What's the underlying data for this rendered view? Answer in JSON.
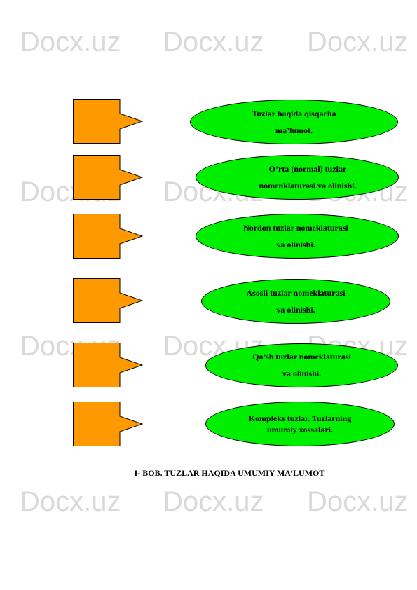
{
  "watermark": {
    "text": "Docx.uz"
  },
  "arrows": [
    {
      "name": "arrow-1"
    },
    {
      "name": "arrow-2"
    },
    {
      "name": "arrow-3"
    },
    {
      "name": "arrow-4"
    },
    {
      "name": "arrow-5"
    },
    {
      "name": "arrow-6"
    }
  ],
  "topics": [
    {
      "line1": "Tuzlar haqida qisqacha",
      "line2": "ma’lumot."
    },
    {
      "line1": "O’rta (normal) tuzlar",
      "line2": "nomenklaturasi va olinishi."
    },
    {
      "line1": "Nordon tuzlar nomeklaturasi",
      "line2": "va olinishi."
    },
    {
      "line1": "Asosli tuzlar nomeklaturasi",
      "line2": "va olinishi."
    },
    {
      "line1": "Qo’sh tuzlar nomeklaturasi",
      "line2": "va olinishi."
    },
    {
      "line1": "Kompleks tuzlar. Tuzlarning",
      "line2": "umumiy xossalari."
    }
  ],
  "caption": "I- BOB. TUZLAR HAQIDA UMUMIY MA’LUMOT",
  "colors": {
    "arrow_fill": "#ff9900",
    "oval_fill": "#00ee00",
    "outline": "#000000"
  }
}
